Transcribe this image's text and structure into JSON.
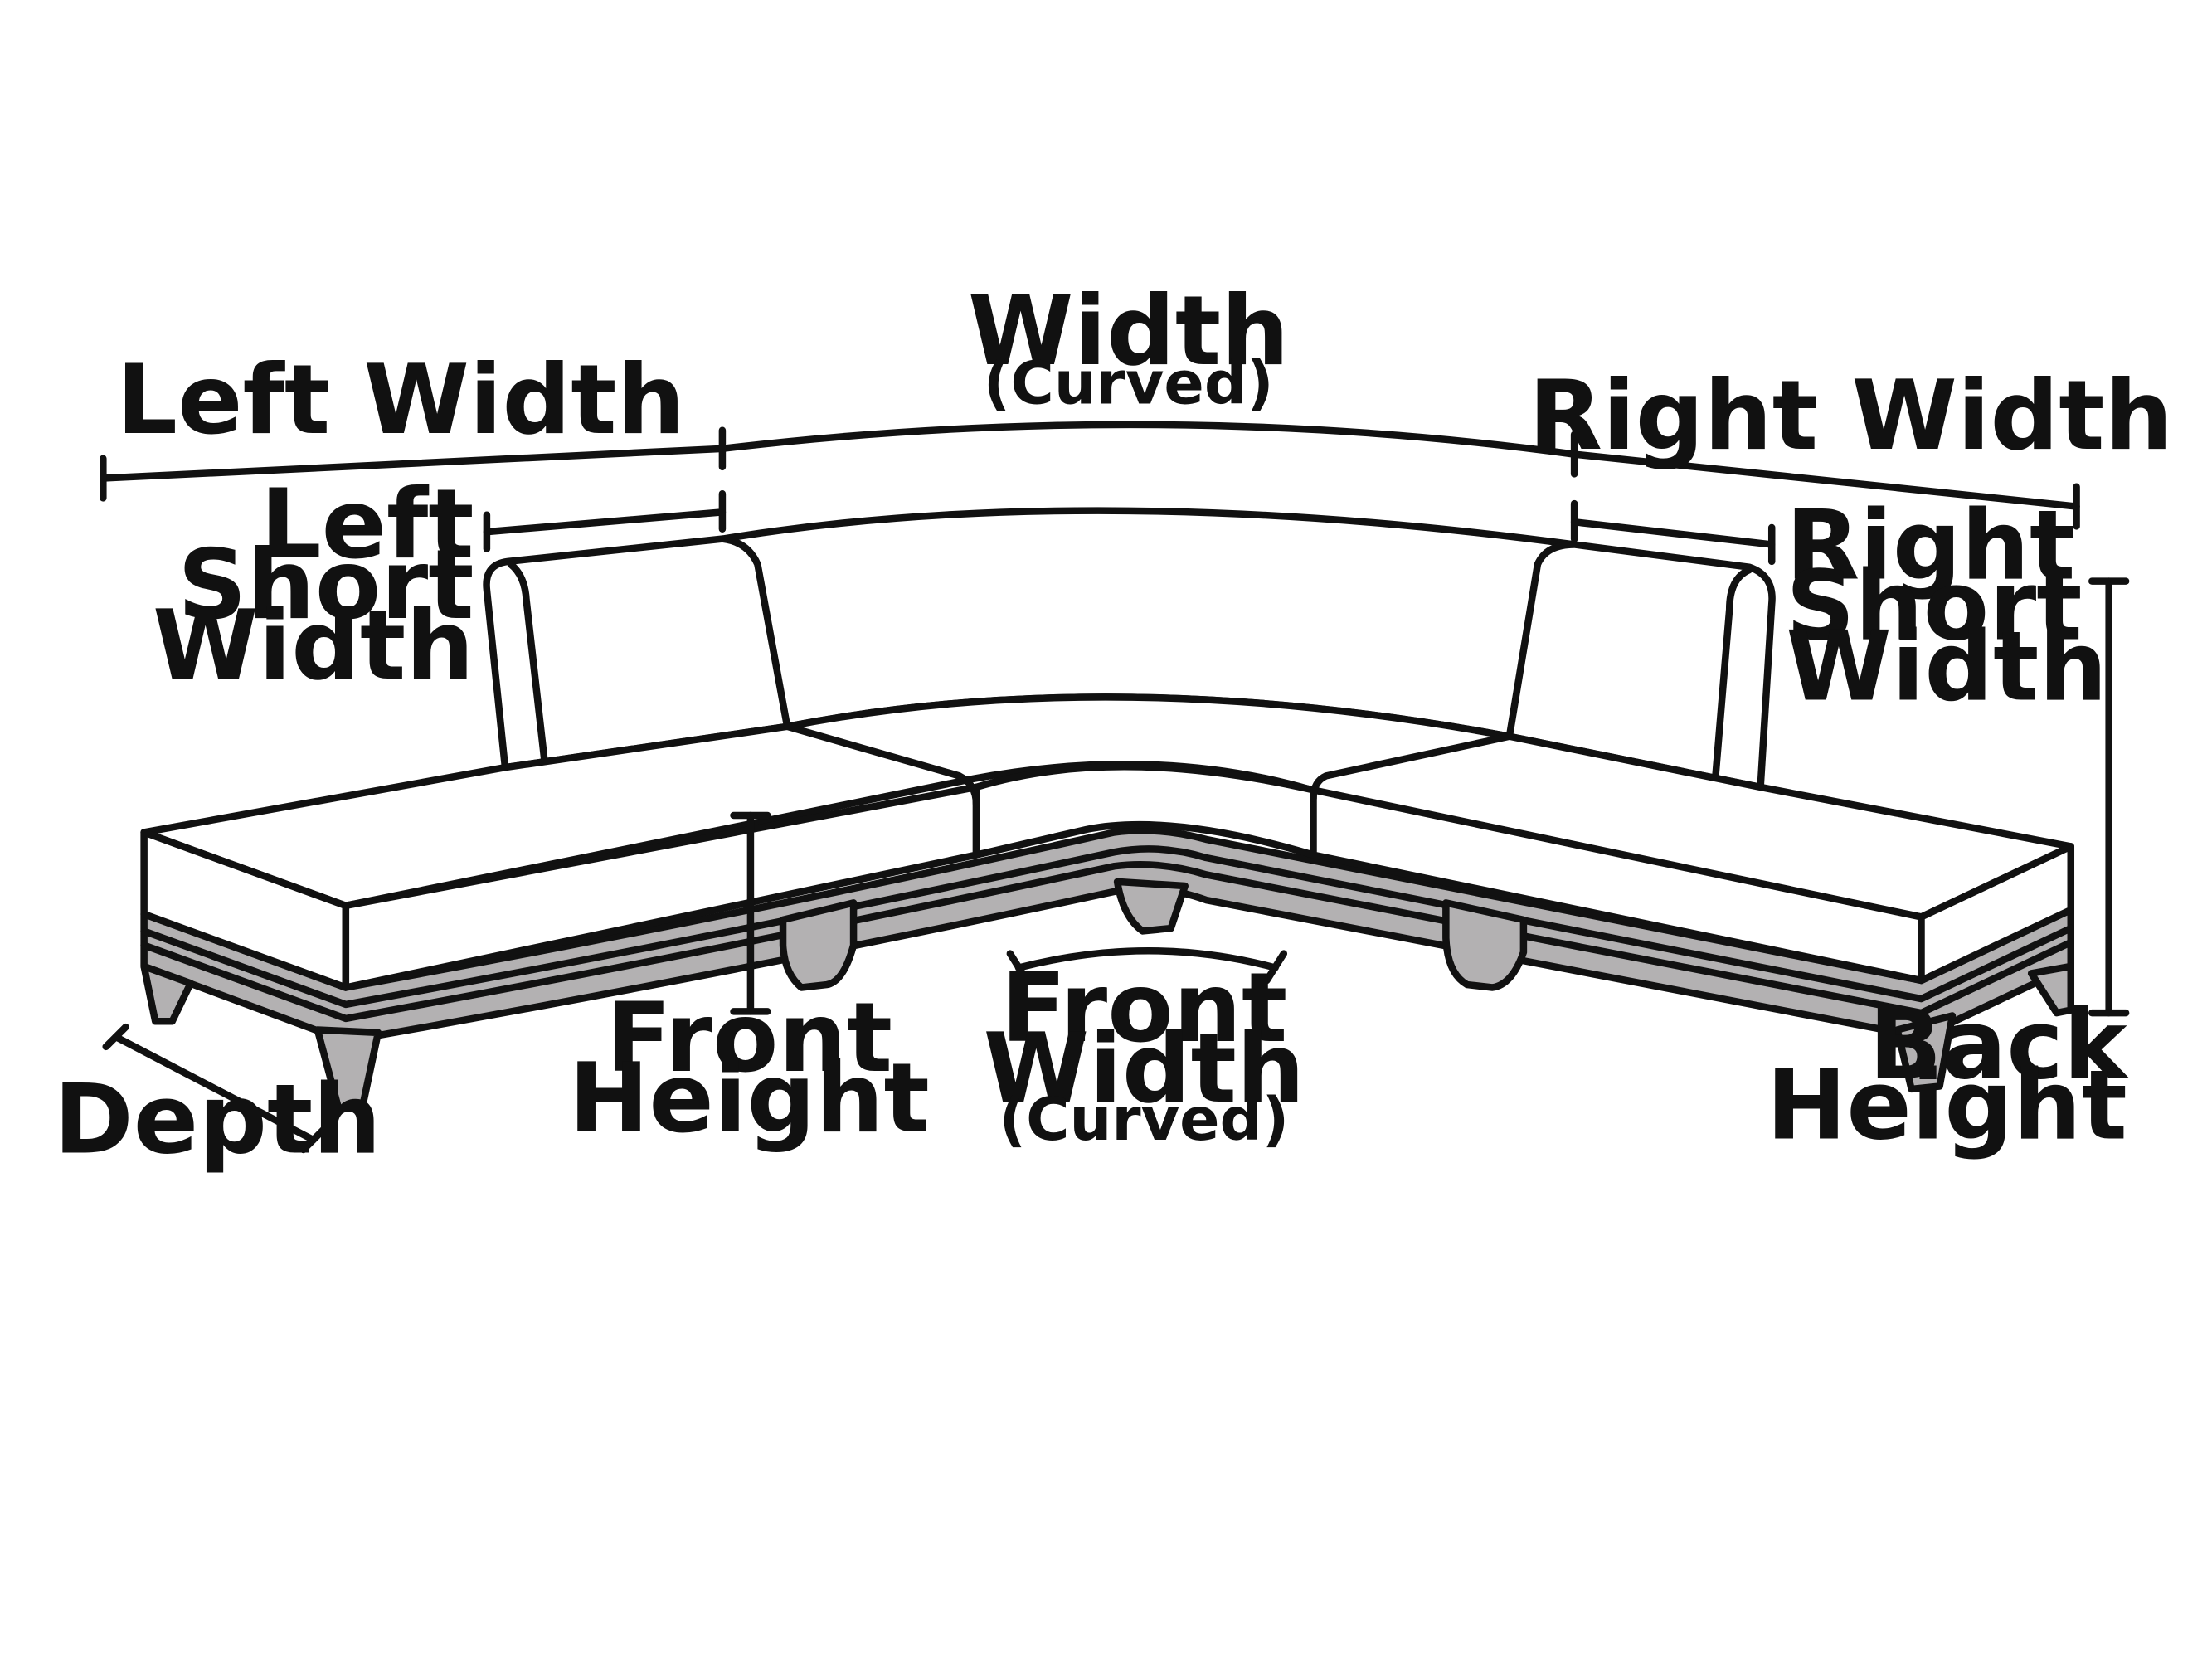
{
  "diagram": {
    "subject": "L-shaped sectional sofa with curved center section",
    "colors": {
      "ink": "#111111",
      "frame": "#b3b1b2",
      "cushion": "#ffffff",
      "background": "#ffffff"
    },
    "labels": {
      "width": "Width",
      "width_note": "(Curved)",
      "left_width": "Left Width",
      "right_width": "Right Width",
      "left_short_width": [
        "Left",
        "Short",
        "Width"
      ],
      "right_short_width": [
        "Right",
        "Short",
        "Width"
      ],
      "front_height": [
        "Front",
        "Height"
      ],
      "front_width": [
        "Front",
        "Width"
      ],
      "front_width_note": "(Curved)",
      "back_height": [
        "Back",
        "Height"
      ],
      "depth": "Depth"
    }
  }
}
